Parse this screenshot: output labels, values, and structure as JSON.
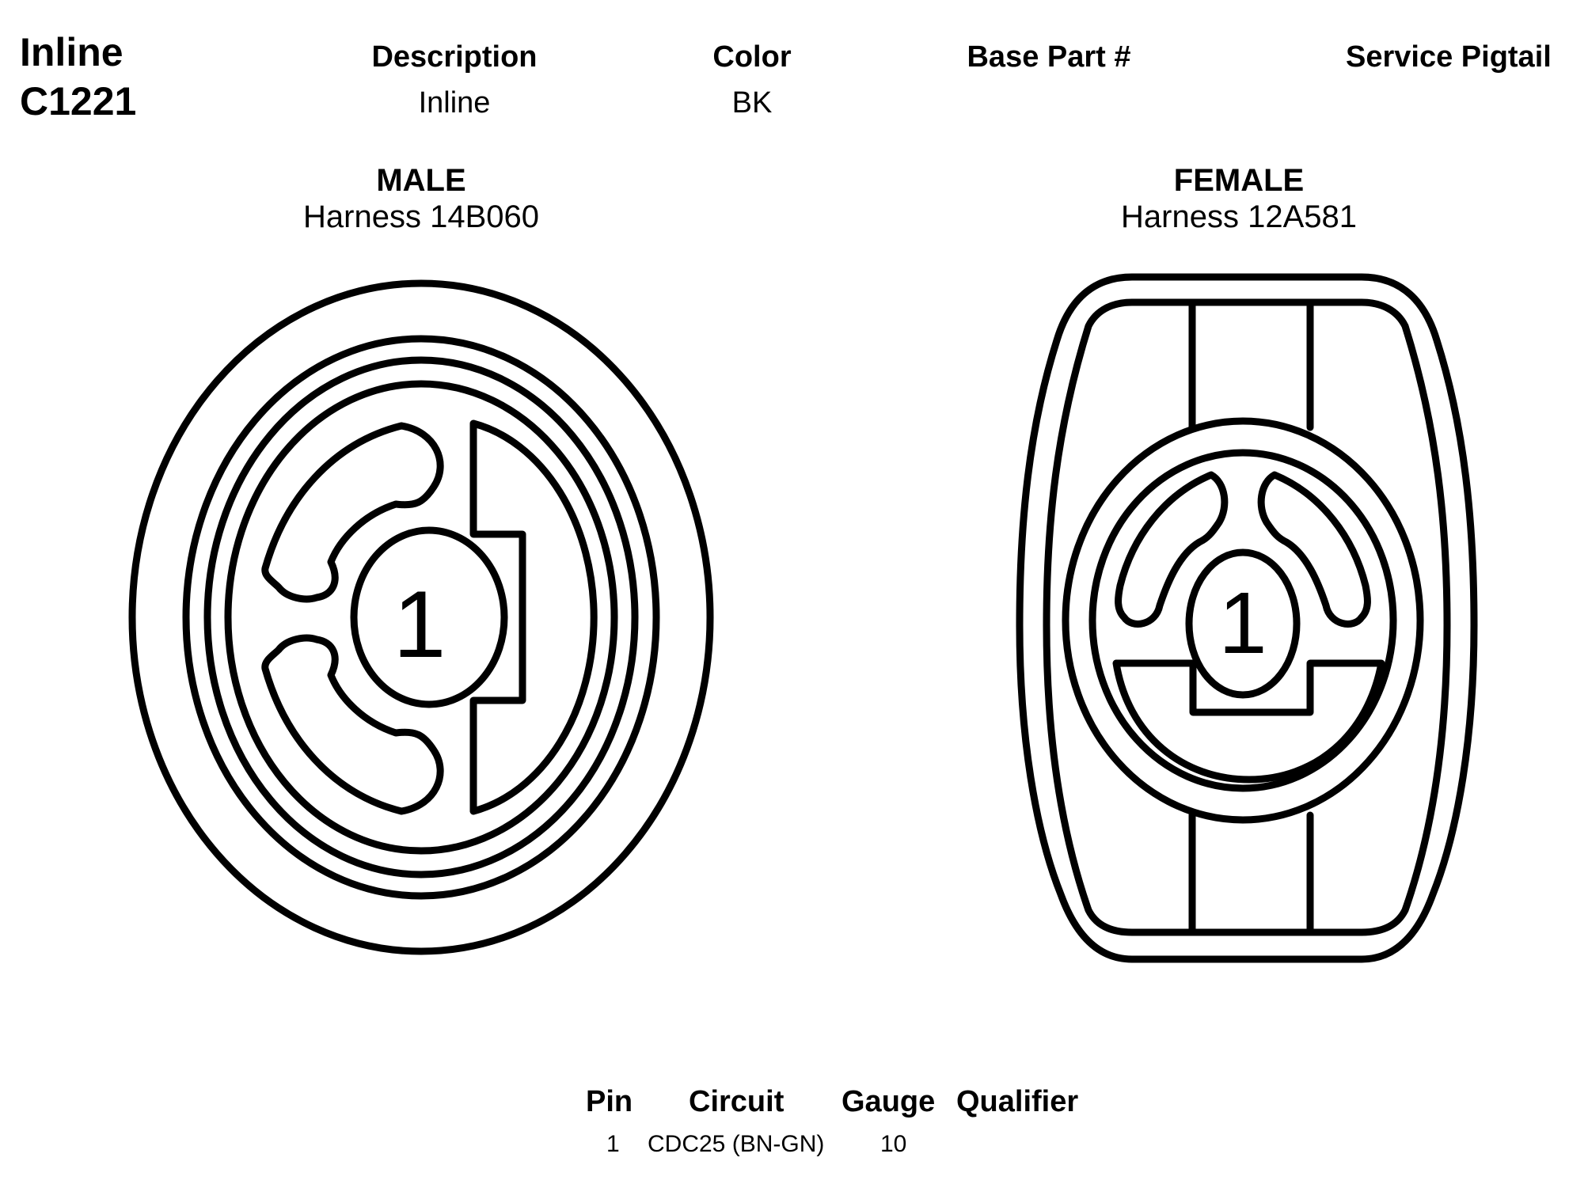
{
  "connector": {
    "location": "Inline",
    "id": "C1221"
  },
  "header": {
    "description_label": "Description",
    "description_value": "Inline",
    "color_label": "Color",
    "color_value": "BK",
    "base_part_label": "Base Part #",
    "base_part_value": "",
    "service_pigtail_label": "Service Pigtail",
    "service_pigtail_value": ""
  },
  "male": {
    "title": "MALE",
    "harness": "Harness 14B060",
    "pin_label": "1"
  },
  "female": {
    "title": "FEMALE",
    "harness": "Harness 12A581",
    "pin_label": "1"
  },
  "pin_table": {
    "headers": [
      "Pin",
      "Circuit",
      "Gauge",
      "Qualifier"
    ],
    "rows": [
      {
        "pin": "1",
        "circuit": "CDC25 (BN-GN)",
        "gauge": "10",
        "qualifier": ""
      }
    ]
  }
}
